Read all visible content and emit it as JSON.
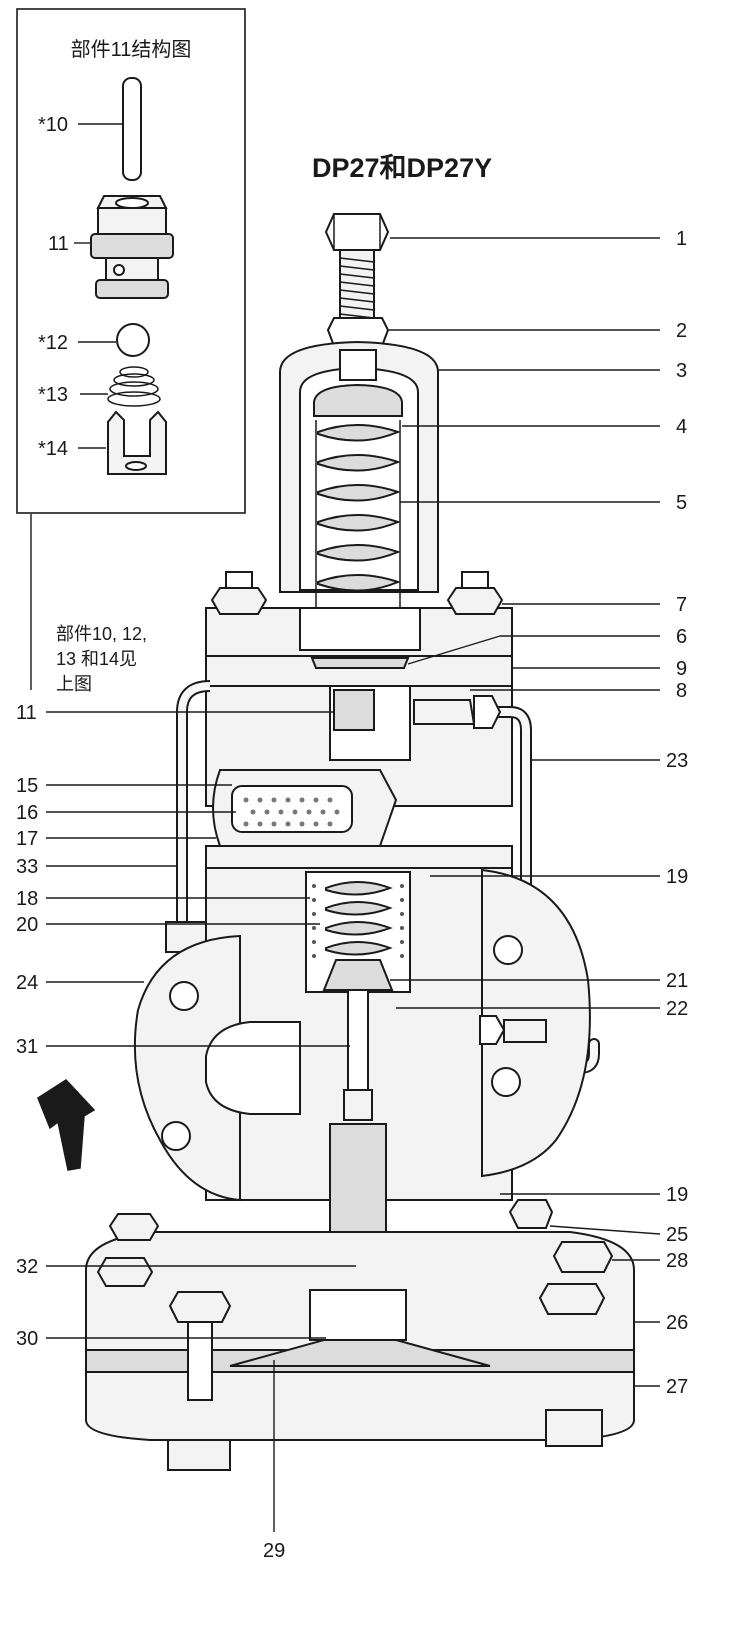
{
  "title": "DP27和DP27Y",
  "inset": {
    "title": "部件11结构图",
    "labels": [
      "*10",
      "11",
      "*12",
      "*13",
      "*14"
    ]
  },
  "note": {
    "lines": [
      "部件10, 12,",
      "13 和14见",
      "上图"
    ]
  },
  "callouts_right": [
    "1",
    "2",
    "3",
    "4",
    "5",
    "7",
    "6",
    "9",
    "8",
    "23",
    "19",
    "21",
    "22",
    "19",
    "25",
    "28",
    "26",
    "27"
  ],
  "callouts_left": [
    "11",
    "15",
    "16",
    "17",
    "33",
    "18",
    "20",
    "24",
    "31",
    "32",
    "30"
  ],
  "callouts_bottom": [
    "29"
  ],
  "icons": {
    "flow_arrow": "flow-direction-arrow-icon"
  }
}
